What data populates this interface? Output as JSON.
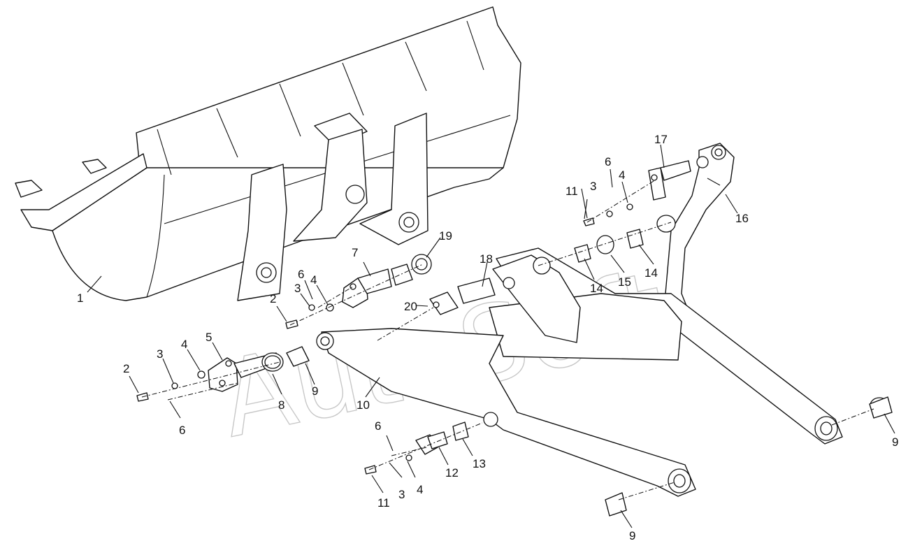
{
  "watermark": "AutoSoft",
  "callouts": [
    {
      "id": "c1",
      "label": "1"
    },
    {
      "id": "c2a",
      "label": "2"
    },
    {
      "id": "c2b",
      "label": "2"
    },
    {
      "id": "c3a",
      "label": "3"
    },
    {
      "id": "c3b",
      "label": "3"
    },
    {
      "id": "c3c",
      "label": "3"
    },
    {
      "id": "c3d",
      "label": "3"
    },
    {
      "id": "c4a",
      "label": "4"
    },
    {
      "id": "c4b",
      "label": "4"
    },
    {
      "id": "c4c",
      "label": "4"
    },
    {
      "id": "c4d",
      "label": "4"
    },
    {
      "id": "c5",
      "label": "5"
    },
    {
      "id": "c6a",
      "label": "6"
    },
    {
      "id": "c6b",
      "label": "6"
    },
    {
      "id": "c6c",
      "label": "6"
    },
    {
      "id": "c6d",
      "label": "6"
    },
    {
      "id": "c7",
      "label": "7"
    },
    {
      "id": "c8",
      "label": "8"
    },
    {
      "id": "c9a",
      "label": "9"
    },
    {
      "id": "c9b",
      "label": "9"
    },
    {
      "id": "c9c",
      "label": "9"
    },
    {
      "id": "c10",
      "label": "10"
    },
    {
      "id": "c11a",
      "label": "11"
    },
    {
      "id": "c11b",
      "label": "11"
    },
    {
      "id": "c12",
      "label": "12"
    },
    {
      "id": "c13",
      "label": "13"
    },
    {
      "id": "c14a",
      "label": "14"
    },
    {
      "id": "c14b",
      "label": "14"
    },
    {
      "id": "c15",
      "label": "15"
    },
    {
      "id": "c16",
      "label": "16"
    },
    {
      "id": "c17",
      "label": "17"
    },
    {
      "id": "c18",
      "label": "18"
    },
    {
      "id": "c19",
      "label": "19"
    },
    {
      "id": "c20",
      "label": "20"
    }
  ]
}
